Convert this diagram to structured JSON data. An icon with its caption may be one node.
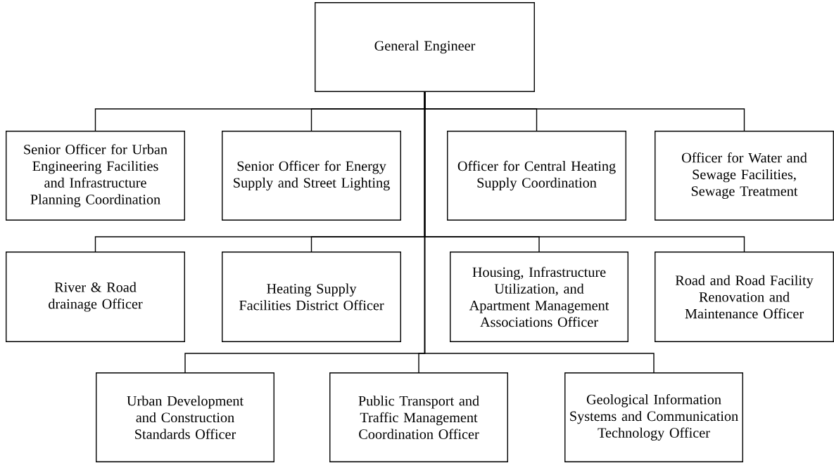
{
  "diagram": {
    "nodes": [
      {
        "text": [
          "General Engineer"
        ]
      },
      {
        "text": [
          "Senior Officer for Urban Engineering Facilities and Infrastructure Planning Coordination"
        ]
      },
      {
        "text": [
          "Senior Officer for Energy Supply and Street Lighting"
        ]
      },
      {
        "text": [
          "Officer for Central Heating Supply Coordination"
        ]
      },
      {
        "text": [
          "Officer for Water and Sewage Facilities, Sewage Treatment"
        ]
      },
      {
        "text": [
          "River & Road drainage Officer"
        ]
      },
      {
        "text": [
          "Heating Supply Facilities District Officer"
        ]
      },
      {
        "text": [
          "Housing, Infrastructure Utilization, and Apartment Management Associations Officer"
        ]
      },
      {
        "text": [
          "Road and Road Facility Renovation and Maintenance Officer"
        ]
      },
      {
        "text": [
          "Urban Development and Construction Standards Officer"
        ]
      },
      {
        "text": [
          "Public Transport and Traffic Management Coordination Officer"
        ]
      },
      {
        "text": [
          "Geological Information Systems and Communication Technology Officer"
        ]
      }
    ],
    "edges": [
      {
        "from": 0,
        "to": 1,
        "arrow": "none"
      },
      {
        "from": 0,
        "to": 2,
        "arrow": "none"
      },
      {
        "from": 0,
        "to": 3,
        "arrow": "none"
      },
      {
        "from": 0,
        "to": 4,
        "arrow": "none"
      },
      {
        "from": 0,
        "to": 5,
        "arrow": "none"
      },
      {
        "from": 0,
        "to": 6,
        "arrow": "none"
      },
      {
        "from": 0,
        "to": 7,
        "arrow": "none"
      },
      {
        "from": 0,
        "to": 8,
        "arrow": "none"
      },
      {
        "from": 0,
        "to": 9,
        "arrow": "none"
      },
      {
        "from": 0,
        "to": 10,
        "arrow": "none"
      },
      {
        "from": 0,
        "to": 11,
        "arrow": "none"
      }
    ]
  }
}
